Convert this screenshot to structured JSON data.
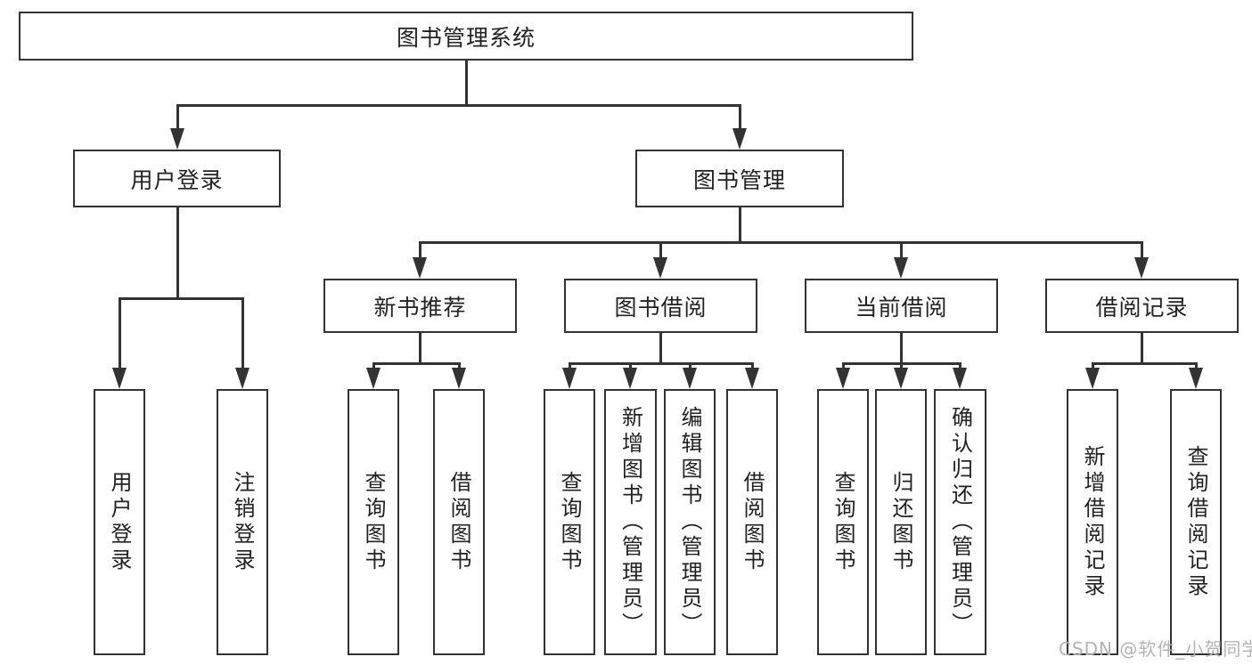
{
  "diagram": {
    "title": "图书管理系统",
    "level2": [
      {
        "label": "用户登录"
      },
      {
        "label": "图书管理"
      }
    ],
    "user_children": [
      "用户登录",
      "注销登录"
    ],
    "book_modules": [
      {
        "label": "新书推荐",
        "leaves": [
          "查询图书",
          "借阅图书"
        ]
      },
      {
        "label": "图书借阅",
        "leaves": [
          "查询图书",
          "新增图书（管理员）",
          "编辑图书（管理员）",
          "借阅图书"
        ]
      },
      {
        "label": "当前借阅",
        "leaves": [
          "查询图书",
          "归还图书",
          "确认归还（管理员）"
        ]
      },
      {
        "label": "借阅记录",
        "leaves": [
          "新增借阅记录",
          "查询借阅记录"
        ]
      }
    ],
    "watermark": "CSDN @软件_小贺同学",
    "colors": {
      "line": "#333333",
      "text": "#222222",
      "watermark": "#b3b3b3",
      "background": "#ffffff"
    }
  }
}
